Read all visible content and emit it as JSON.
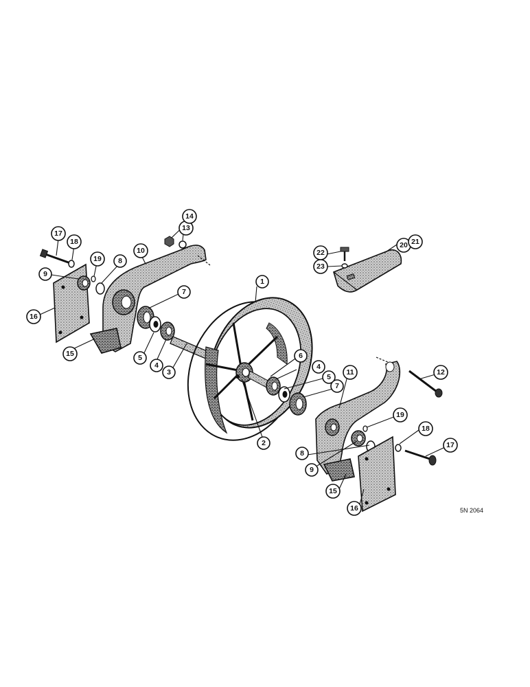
{
  "diagram": {
    "reference_code": "5N 2064",
    "callouts": {
      "c1": "1",
      "c2": "2",
      "c3": "3",
      "c4a": "4",
      "c4b": "4",
      "c5a": "5",
      "c5b": "5",
      "c6": "6",
      "c7a": "7",
      "c7b": "7",
      "c8a": "8",
      "c8b": "8",
      "c9a": "9",
      "c9b": "9",
      "c10": "10",
      "c11": "11",
      "c12": "12",
      "c13": "13",
      "c14": "14",
      "c15a": "15",
      "c15b": "15",
      "c16a": "16",
      "c16b": "16",
      "c17a": "17",
      "c17b": "17",
      "c18a": "18",
      "c18b": "18",
      "c19a": "19",
      "c19b": "19",
      "c20": "20",
      "c21": "21",
      "c22": "22",
      "c23": "23"
    }
  }
}
